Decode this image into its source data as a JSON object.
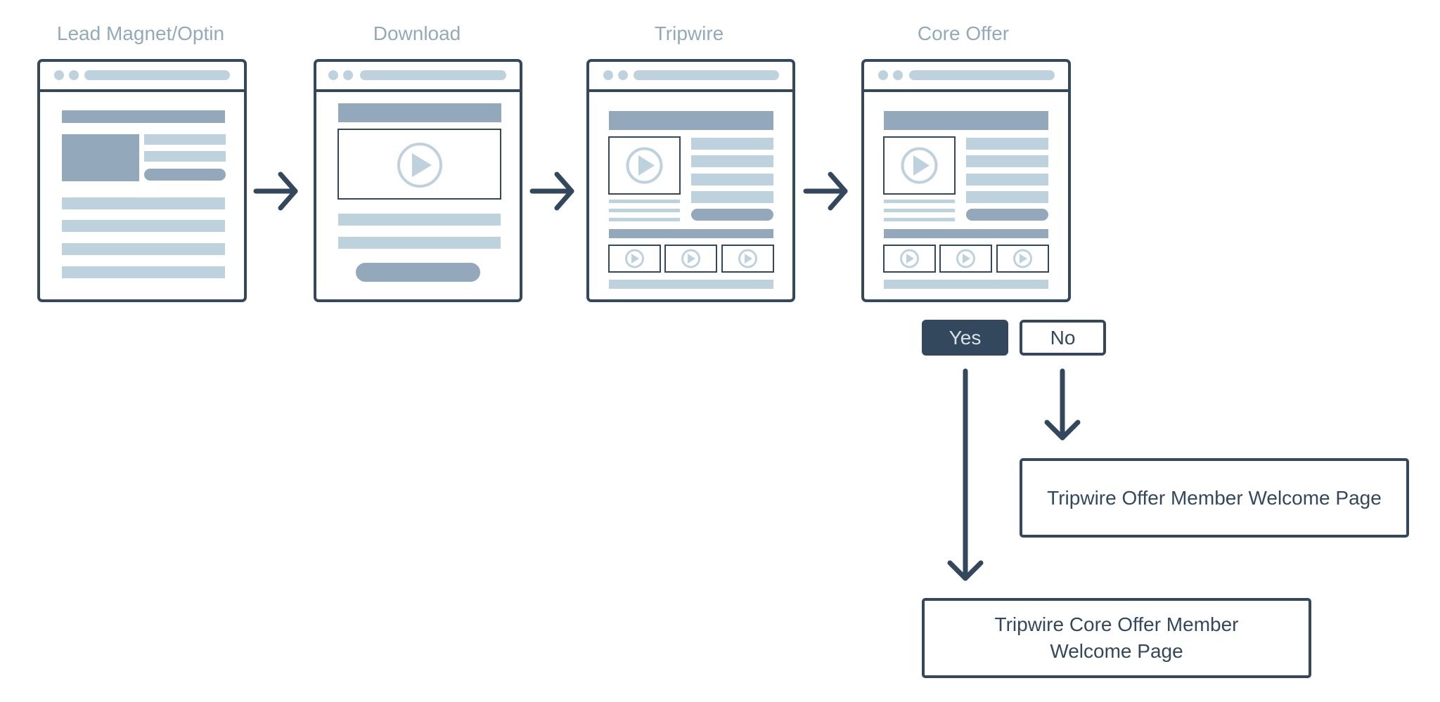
{
  "steps": [
    {
      "label": "Lead Magnet/Optin"
    },
    {
      "label": "Download"
    },
    {
      "label": "Tripwire"
    },
    {
      "label": "Core Offer"
    }
  ],
  "decision": {
    "yes_label": "Yes",
    "no_label": "No"
  },
  "outcomes": {
    "no_page": "Tripwire Offer Member Welcome Page",
    "yes_page": "Tripwire  Core Offer Member\nWelcome Page"
  },
  "colors": {
    "dark": "#34485d",
    "mid": "#93a8ba",
    "light": "#bed2de",
    "label": "#93aabb"
  }
}
